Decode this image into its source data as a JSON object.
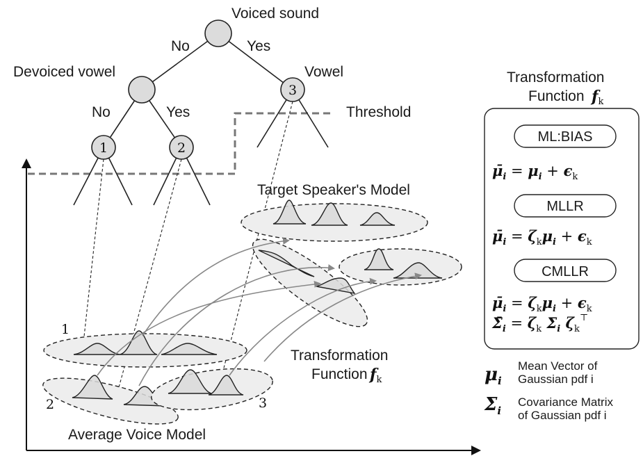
{
  "tree": {
    "root_label": "Voiced sound",
    "no_label_top": "No",
    "yes_label_top": "Yes",
    "left_label": "Devoiced vowel",
    "right_label": "Vowel",
    "no_label_left": "No",
    "yes_label_left": "Yes",
    "threshold_label": "Threshold",
    "node_1": "1",
    "node_2": "2",
    "node_3": "3"
  },
  "models": {
    "target_label": "Target Speaker's Model",
    "average_label": "Average Voice Model",
    "cluster_1": "1",
    "cluster_2": "2",
    "cluster_3": "3",
    "transform_label_line1": "Transformation",
    "transform_label_line2": "Function",
    "transform_symbol": "f",
    "transform_sub": "k"
  },
  "panel": {
    "title_line1": "Transformation",
    "title_line2": "Function",
    "title_symbol": "f",
    "title_sub": "k",
    "methods": [
      {
        "name": "ML:BIAS"
      },
      {
        "name": "MLLR"
      },
      {
        "name": "CMLLR"
      }
    ]
  },
  "legend": {
    "mu_symbol": "μ",
    "mu_sub": "i",
    "mu_text_line1": "Mean Vector of",
    "mu_text_line2": "Gaussian pdf i",
    "sigma_symbol": "Σ",
    "sigma_sub": "i",
    "sigma_text_line1": "Covariance Matrix",
    "sigma_text_line2": "of Gaussian pdf i"
  }
}
